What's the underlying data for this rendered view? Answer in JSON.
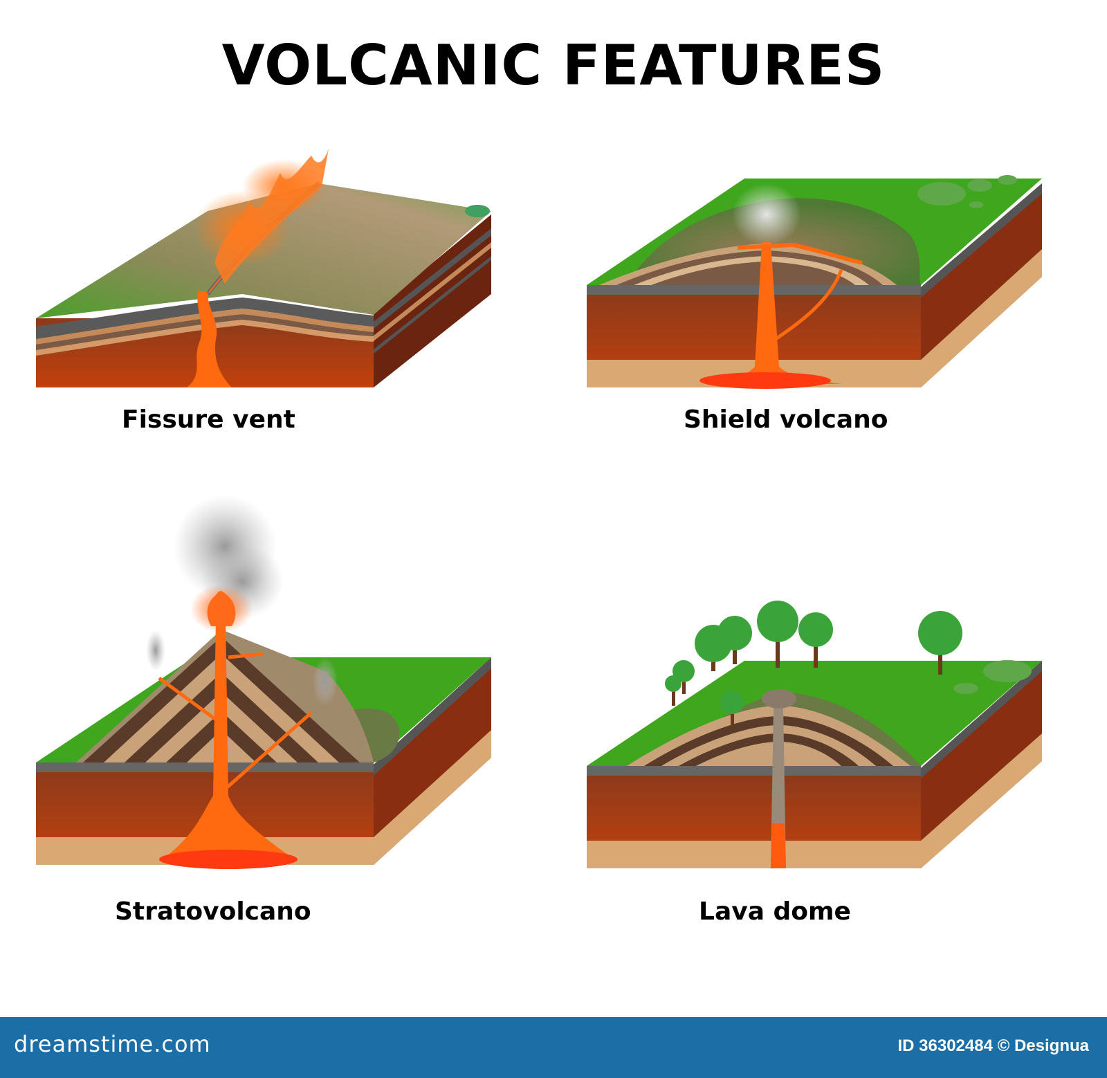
{
  "title": "VOLCANIC FEATURES",
  "panels": [
    {
      "id": "fissure",
      "label": "Fissure vent"
    },
    {
      "id": "shield",
      "label": "Shield volcano"
    },
    {
      "id": "strato",
      "label": "Stratovolcano"
    },
    {
      "id": "dome",
      "label": "Lava dome"
    }
  ],
  "footer": {
    "logo": "dreamstime.com",
    "id_text": "ID 36302484 © Designua"
  },
  "colors": {
    "grass": "#3fa61e",
    "soil": "#7a2a10",
    "magma": "#ff5a10",
    "sand": "#d9a873",
    "rock": "#a08a6c",
    "footer": "#1b6ea6"
  }
}
